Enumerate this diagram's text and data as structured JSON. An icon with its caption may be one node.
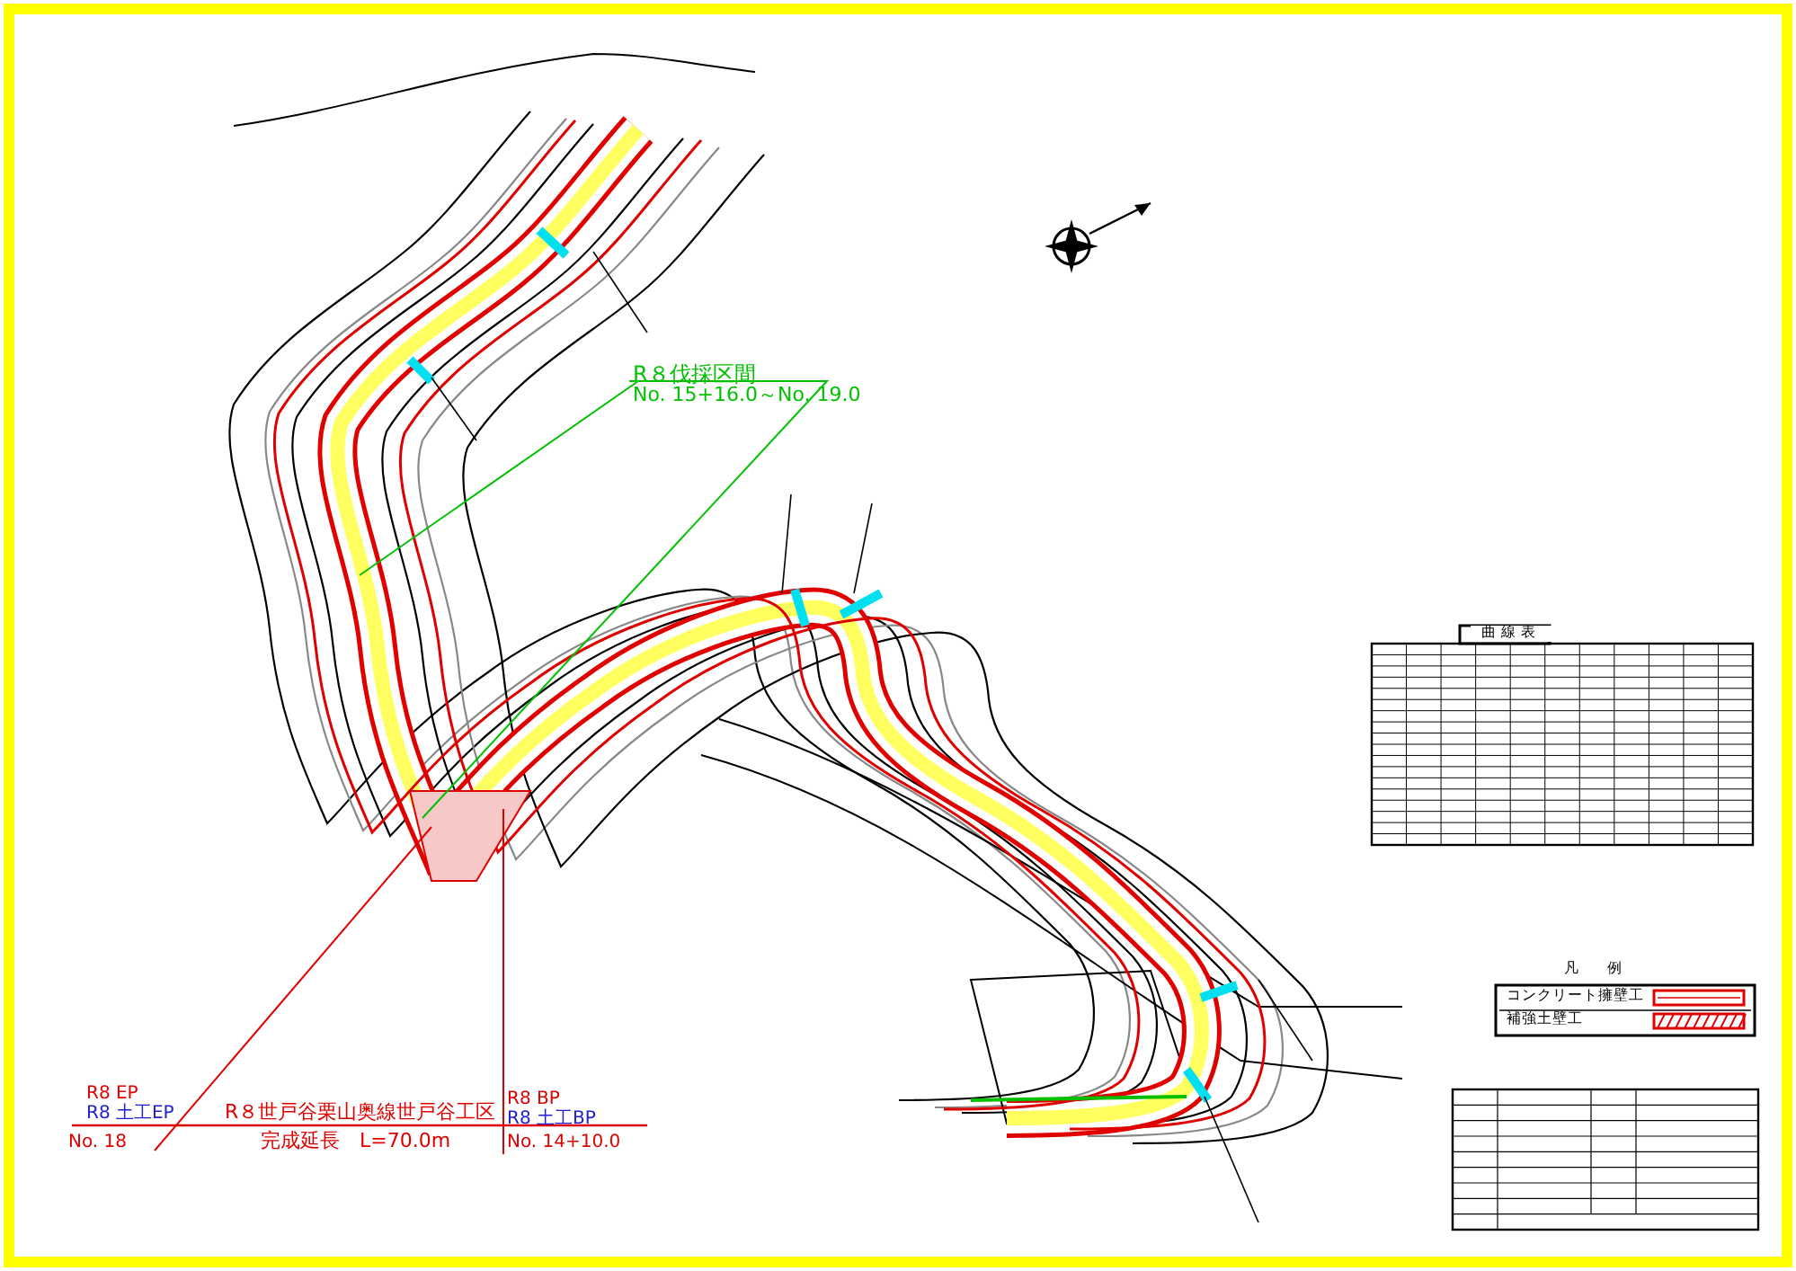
{
  "diagram": {
    "labels": [
      "R８伐採区間",
      "No. 15+16.0～No. 19.0",
      "曲線表",
      "凡　　例",
      "R8 EP",
      "R8 土工EP",
      "No. 18",
      "R８世戸谷栗山奥線世戸谷工区",
      "完成延長　L=70.0m",
      "R8 BP",
      "R8 土工BP",
      "No. 14+10.0"
    ],
    "legend": [
      {
        "text": "コンクリート擁壁工"
      },
      {
        "text": "補強土壁工"
      }
    ]
  }
}
